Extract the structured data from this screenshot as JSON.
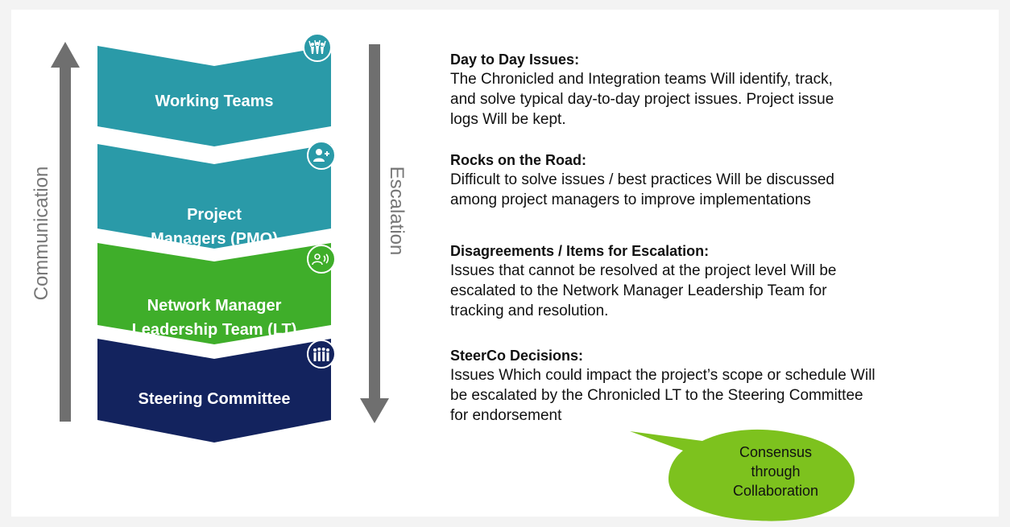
{
  "side_labels": {
    "communication": "Communication",
    "escalation": "Escalation"
  },
  "tiers": [
    {
      "label": "Working Teams",
      "color": "#2a9aa8",
      "icon": "team-celebrate-icon"
    },
    {
      "label": "Project\nManagers (PMO)",
      "color": "#2a9aa8",
      "icon": "add-user-icon"
    },
    {
      "label": "Network Manager\nLeadership Team (LT)",
      "color": "#3fae2a",
      "icon": "speaker-person-icon"
    },
    {
      "label": "Steering Committee",
      "color": "#13235e",
      "icon": "group-people-icon"
    }
  ],
  "sections": [
    {
      "heading": "Day to Day Issues:",
      "body": "The Chronicled and Integration teams Will identify, track,\nand solve typical day-to-day project issues. Project issue\nlogs Will be kept."
    },
    {
      "heading": "Rocks on the Road:",
      "body": "Difficult to solve issues / best practices Will be discussed\namong project managers to improve implementations"
    },
    {
      "heading": "Disagreements / Items for Escalation:",
      "body": "Issues that cannot be resolved at the project level Will be\nescalated to the Network Manager Leadership Team for\ntracking and resolution."
    },
    {
      "heading": "SteerCo Decisions:",
      "body": "Issues Which could impact the project’s scope or schedule Will\nbe escalated by the Chronicled LT to the Steering Committee\nfor endorsement"
    }
  ],
  "callout": {
    "text": "Consensus\nthrough\nCollaboration",
    "color": "#7dc21e"
  },
  "arrow_color": "#6f6f6f"
}
